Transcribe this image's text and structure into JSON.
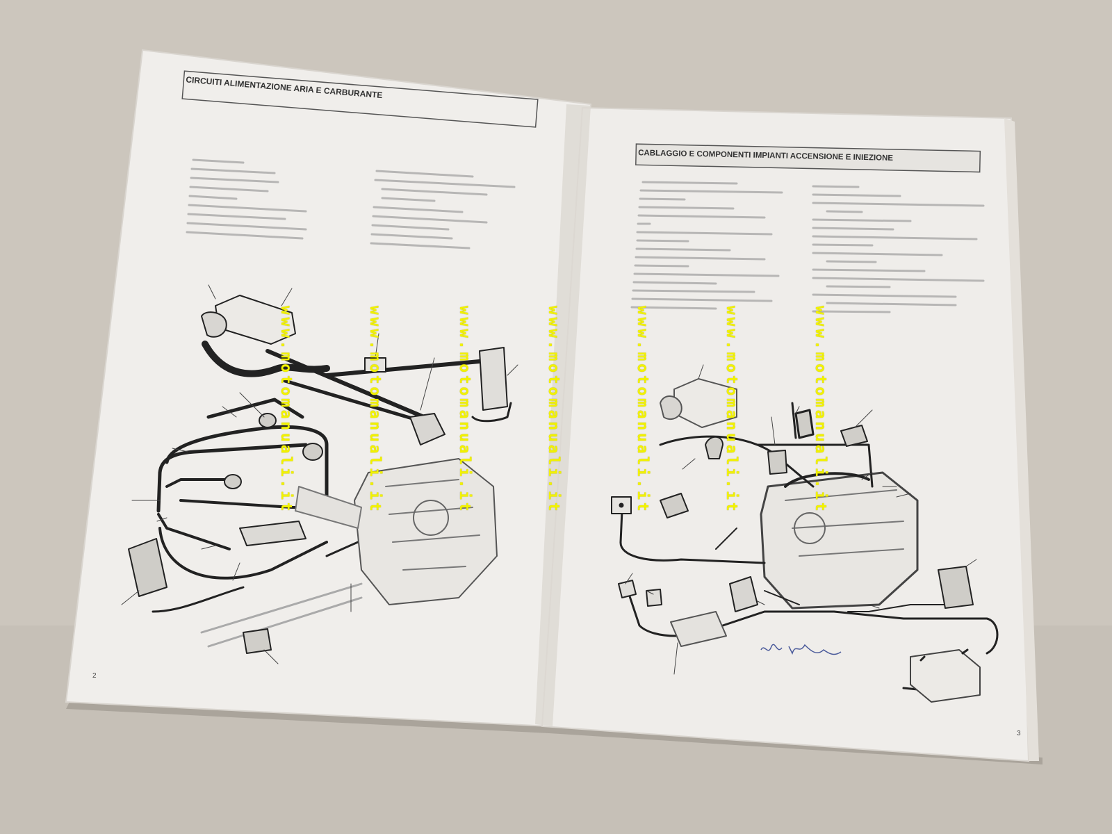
{
  "left_page": {
    "heading": "CIRCUITI ALIMENTAZIONE ARIA E CARBURANTE",
    "page_number": "2"
  },
  "right_page": {
    "heading": "CABLAGGIO E COMPONENTI IMPIANTI ACCENSIONE E INIEZIONE",
    "page_number": "3"
  },
  "watermark": {
    "text": "www.motomanuali.it"
  },
  "colors": {
    "paper": "#f1efec",
    "background": "#cbc5bc",
    "watermark": "#f2f200",
    "ink": "#2a2a2a"
  }
}
